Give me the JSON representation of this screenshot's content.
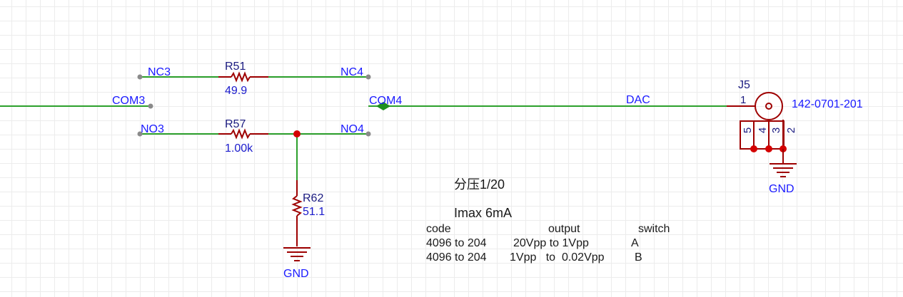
{
  "nets": {
    "nc3": "NC3",
    "nc4": "NC4",
    "com3": "COM3",
    "com4": "COM4",
    "no3": "NO3",
    "no4": "NO4",
    "dac": "DAC"
  },
  "resistors": {
    "r51": {
      "ref": "R51",
      "value": "49.9"
    },
    "r57": {
      "ref": "R57",
      "value": "1.00k"
    },
    "r62": {
      "ref": "R62",
      "value": "51.1"
    }
  },
  "connector": {
    "ref": "J5",
    "part": "142-0701-201",
    "pins": [
      "1",
      "2",
      "3",
      "4",
      "5"
    ]
  },
  "grounds": [
    "GND",
    "GND"
  ],
  "notes": {
    "divider": "分压1/20",
    "imax": "Imax 6mA",
    "table": {
      "headers": [
        "code",
        "output",
        "switch"
      ],
      "rows": [
        [
          "4096 to 204",
          "20Vpp to 1Vpp",
          "A"
        ],
        [
          "4096 to 204",
          "1Vpp   to  0.02Vpp",
          "B"
        ]
      ]
    }
  },
  "colors": {
    "wire": "#2ca02c",
    "component": "#9e0000",
    "net_label": "#1a1aff",
    "junction": "#d40000",
    "pin_endpoint": "#8a8a8a"
  }
}
